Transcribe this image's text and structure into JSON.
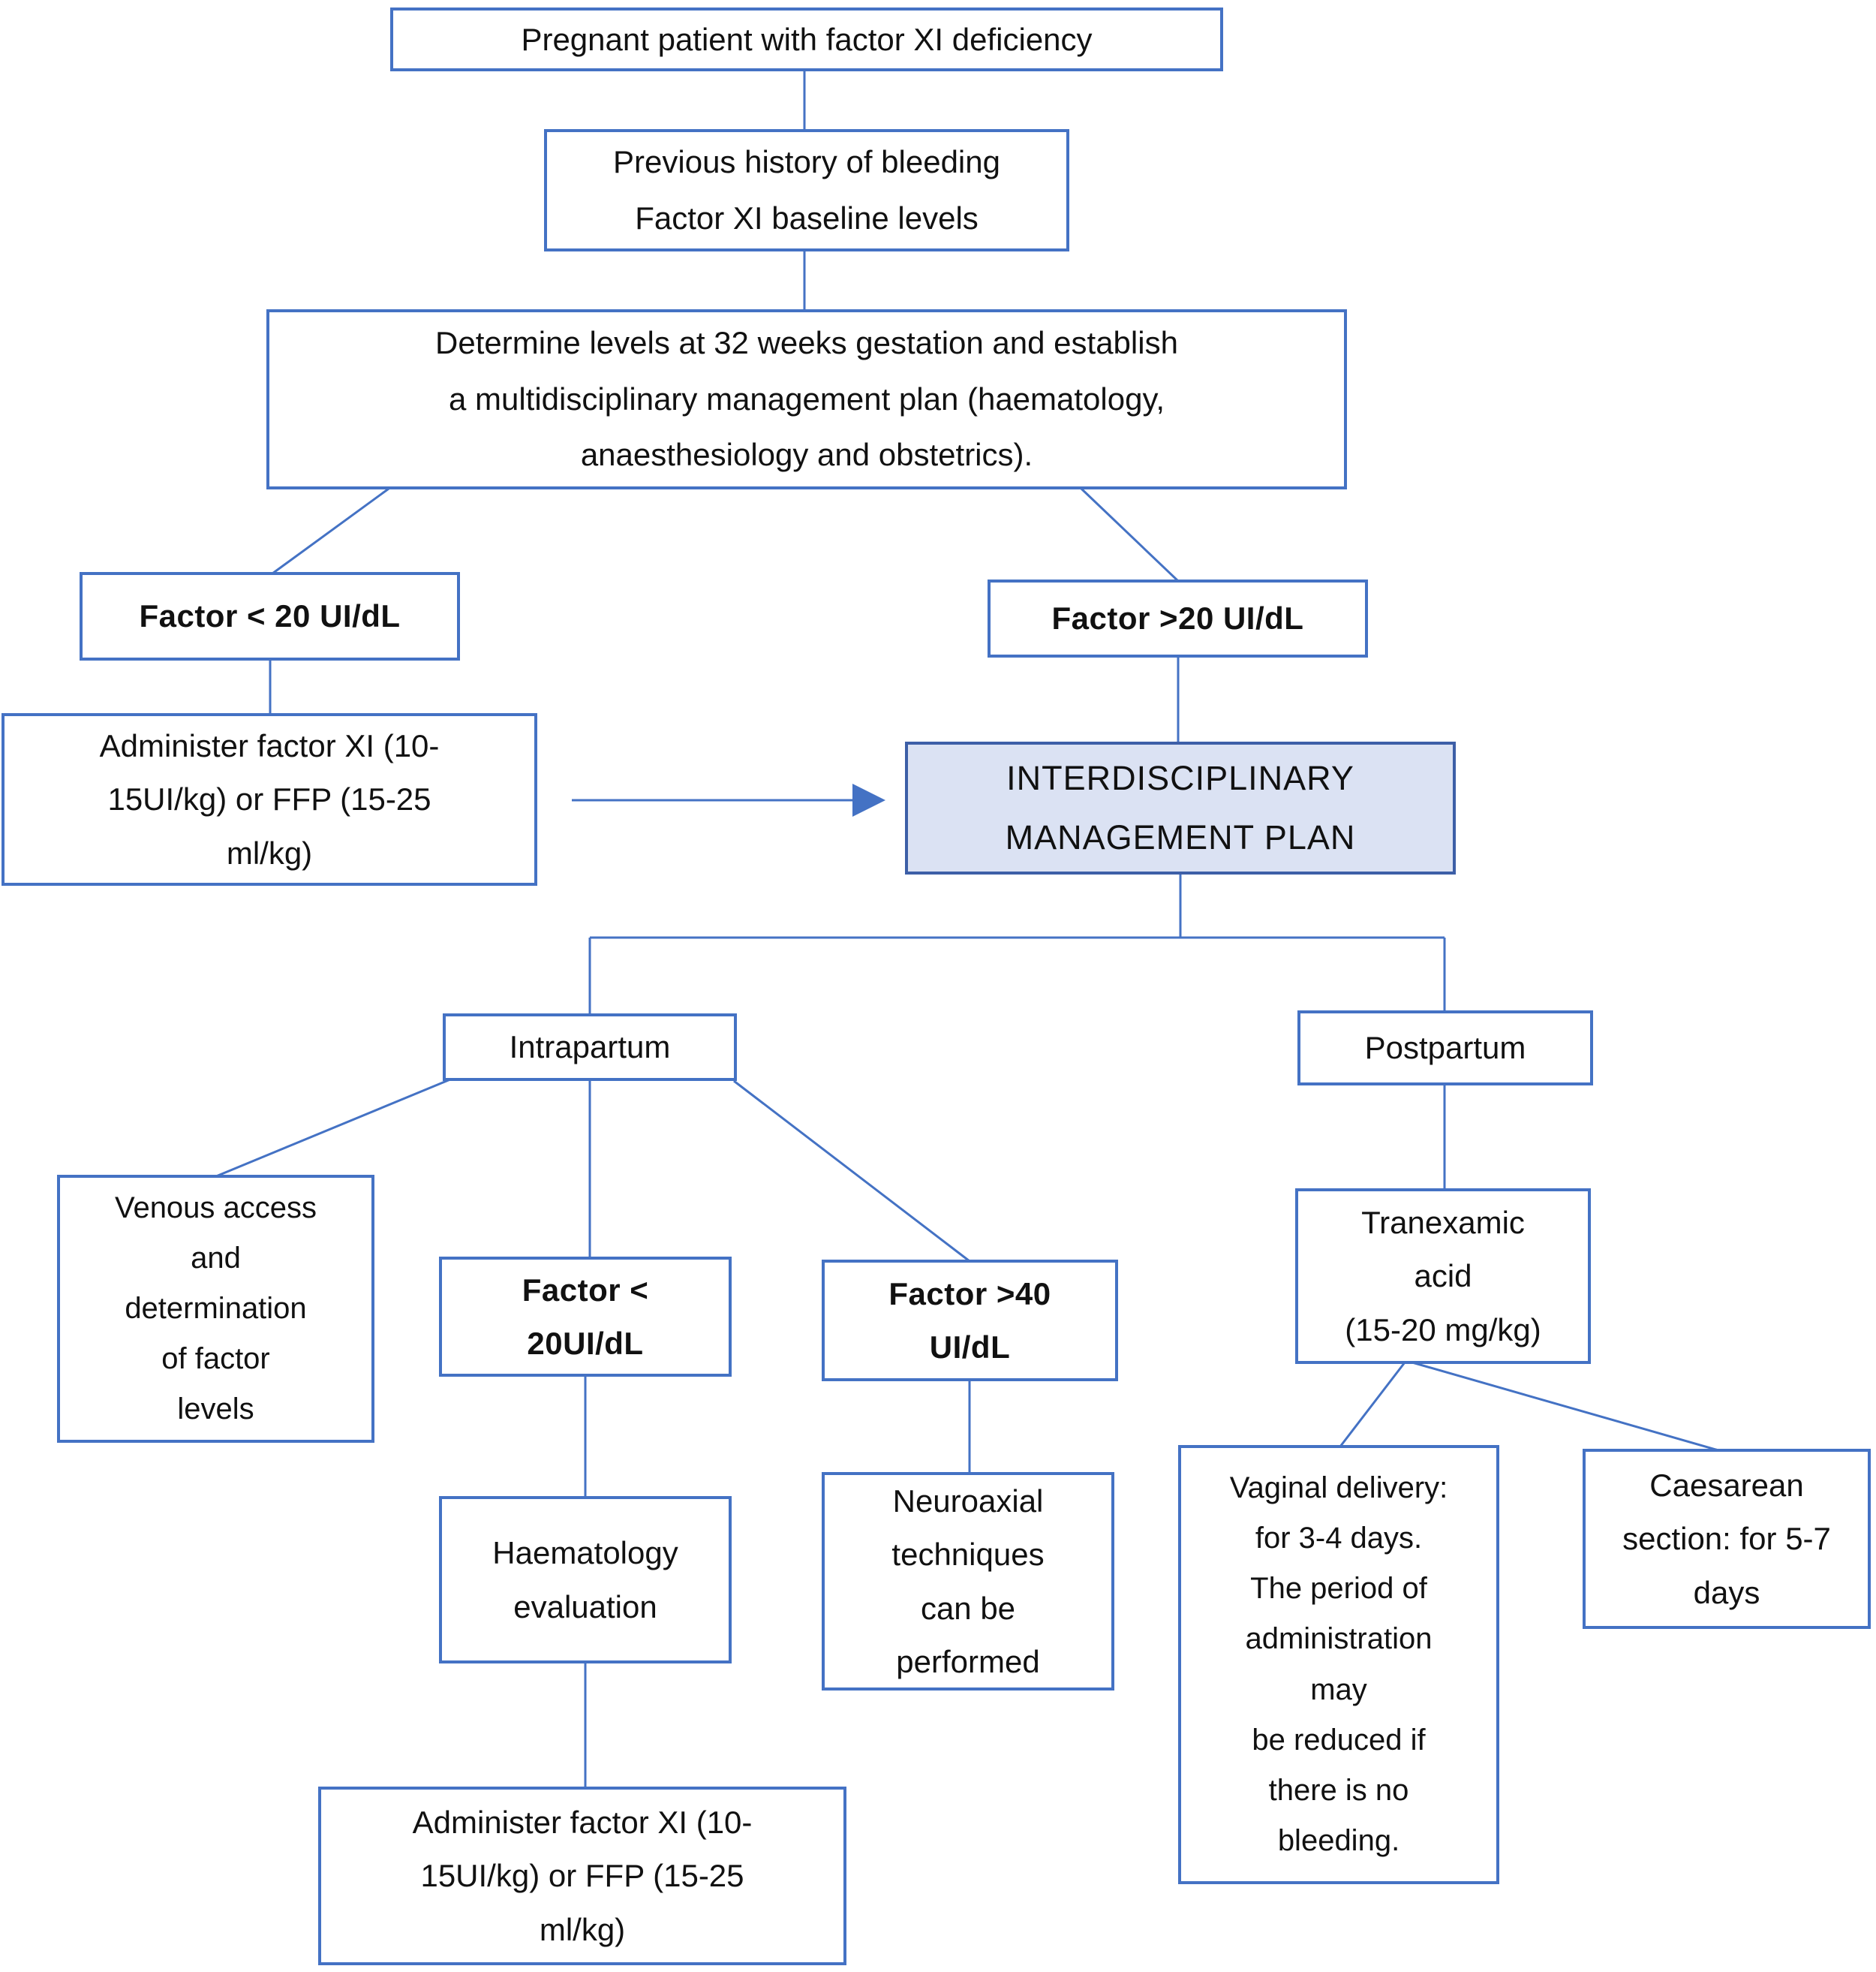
{
  "figure": {
    "type": "clinical-decision-flowchart",
    "background_color": "#ffffff",
    "box_border_color": "#4472c4",
    "highlight_fill_color": "#dbe2f3",
    "highlight_border_color": "#3d5fa7",
    "connector_color": "#4472c4",
    "text_color": "#111111"
  },
  "nodes": {
    "pregnant": {
      "label": "Pregnant patient with factor XI deficiency"
    },
    "history": {
      "label": "Previous history of bleeding\nFactor XI baseline levels"
    },
    "determine": {
      "label": "Determine levels at 32 weeks gestation and establish\na multidisciplinary management plan (haematology,\nanaesthesiology and obstetrics)."
    },
    "factor_lt20": {
      "label": "Factor < 20 UI/dL"
    },
    "factor_gt20": {
      "label": "Factor >20 UI/dL"
    },
    "administer_antepartum": {
      "label": "Administer factor XI (10-\n15UI/kg) or FFP (15-25\nml/kg)"
    },
    "plan": {
      "label": "INTERDISCIPLINARY\nMANAGEMENT PLAN"
    },
    "intrapartum": {
      "label": "Intrapartum"
    },
    "postpartum": {
      "label": "Postpartum"
    },
    "venous": {
      "label": "Venous access\nand\ndetermination\nof factor\nlevels"
    },
    "factor_lt20_intra": {
      "label": "Factor <\n20UI/dL"
    },
    "factor_gt40": {
      "label": "Factor >40\nUI/dL"
    },
    "haematology": {
      "label": "Haematology\nevaluation"
    },
    "neuroaxial": {
      "label": "Neuroaxial\ntechniques\ncan be\nperformed"
    },
    "administer_intrapartum": {
      "label": "Administer factor XI (10-\n15UI/kg) or FFP (15-25\nml/kg)"
    },
    "tranexamic": {
      "label": "Tranexamic\nacid\n(15-20 mg/kg)"
    },
    "vaginal": {
      "label": "Vaginal delivery:\nfor 3-4 days.\nThe period of\nadministration\nmay\nbe reduced if\nthere is no\nbleeding."
    },
    "caesarean": {
      "label": "Caesarean\nsection: for 5-7\ndays"
    }
  }
}
